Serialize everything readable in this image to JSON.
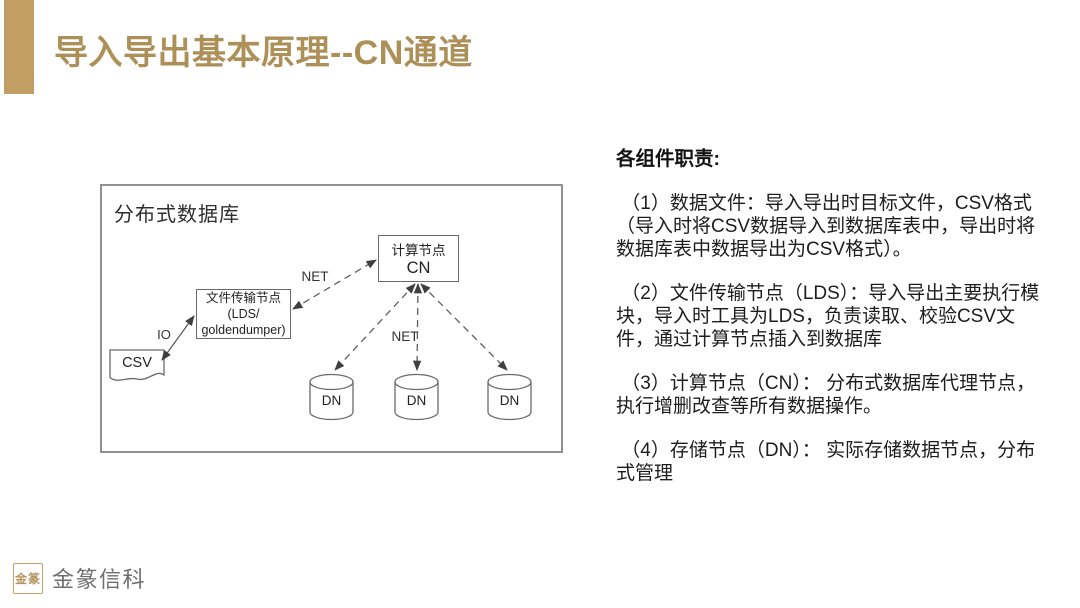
{
  "slide": {
    "title": "导入导出基本原理--CN通道",
    "accent_color": "#C29D64",
    "title_color": "#AD8F58"
  },
  "diagram": {
    "container_label": "分布式数据库",
    "cn_node": {
      "line1": "计算节点",
      "line2": "CN"
    },
    "lds_node": {
      "text": "文件传输节点\n(LDS/\ngoldendumper)"
    },
    "csv_node": {
      "label": "CSV"
    },
    "dn_nodes": [
      "DN",
      "DN",
      "DN"
    ],
    "edge_labels": {
      "io": "IO",
      "net_upper": "NET",
      "net_lower": "NET"
    },
    "stroke_color": "#5f5f5f"
  },
  "panel": {
    "heading": "各组件职责:",
    "paragraphs": [
      " （1）数据文件：导入导出时目标文件，CSV格式（导入时将CSV数据导入到数据库表中，导出时将数据库表中数据导出为CSV格式）。",
      " （2）文件传输节点（LDS）：导入导出主要执行模块，导入时工具为LDS，负责读取、校验CSV文件，通过计算节点插入到数据库",
      " （3）计算节点（CN）： 分布式数据库代理节点，执行增删改查等所有数据操作。",
      " （4）存储节点（DN）： 实际存储数据节点，分布式管理"
    ]
  },
  "footer": {
    "seal_text": "金篆",
    "company_name": "金篆信科"
  }
}
